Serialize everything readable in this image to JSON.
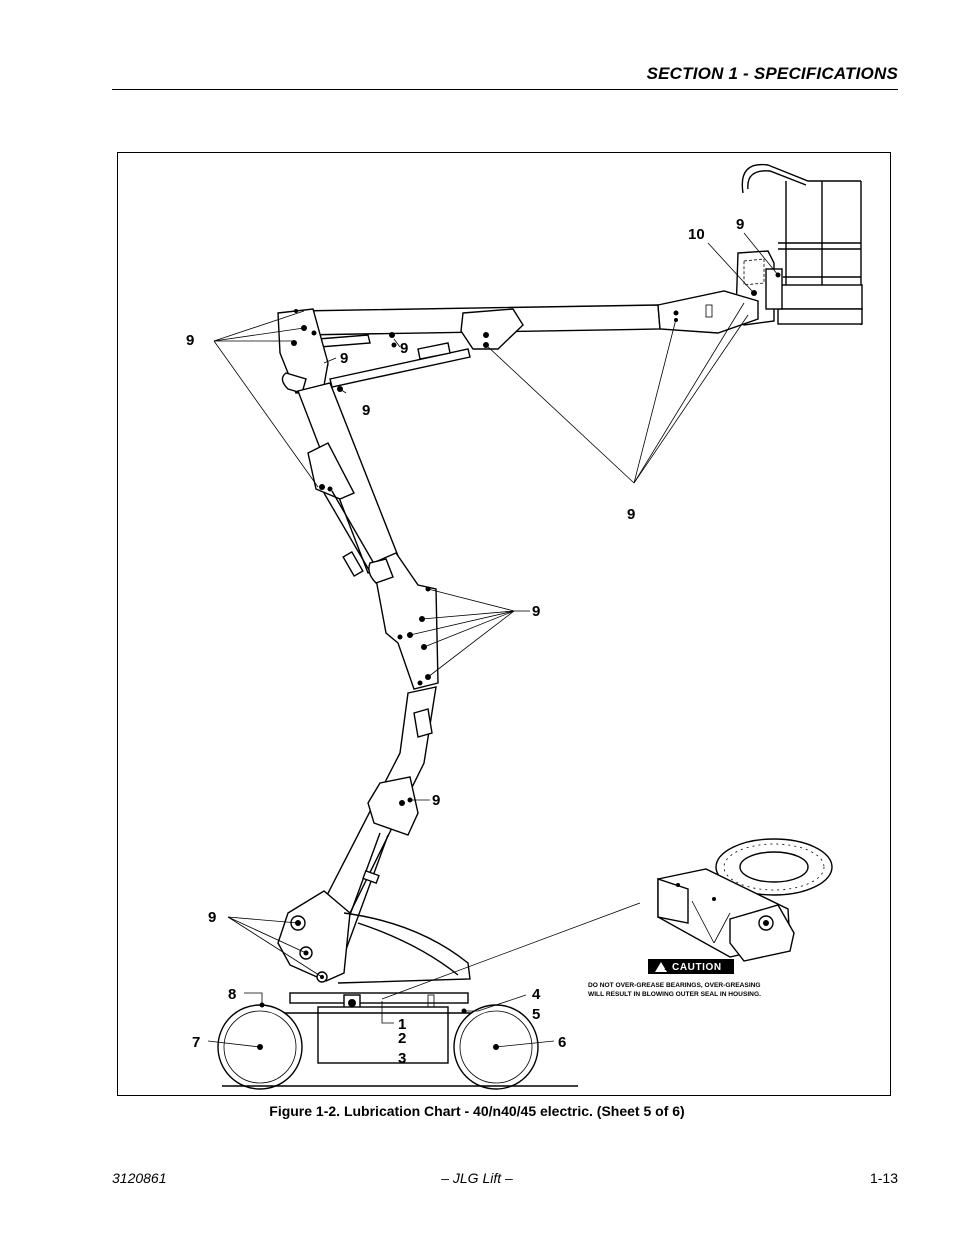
{
  "header": {
    "section_title": "SECTION 1 - SPECIFICATIONS"
  },
  "figure": {
    "caption": "Figure 1-2. Lubrication Chart - 40/n40/45 electric. (Sheet 5 of 6)",
    "callouts": {
      "c1": "1",
      "c2": "2",
      "c3": "3",
      "c4": "4",
      "c5": "5",
      "c6": "6",
      "c7": "7",
      "c8": "8",
      "c10": "10",
      "c9_platform": "9",
      "c9_upper_left": "9",
      "c9_upper_a": "9",
      "c9_upper_b": "9",
      "c9_upper_c": "9",
      "c9_fly_boom": "9",
      "c9_mid": "9",
      "c9_lower_boom": "9",
      "c9_base": "9"
    },
    "caution": {
      "label": "CAUTION",
      "line1": "DO NOT OVER-GREASE BEARINGS, OVER-GREASING",
      "line2": "WILL RESULT IN BLOWING OUTER SEAL IN HOUSING."
    }
  },
  "footer": {
    "doc_number": "3120861",
    "publisher": "– JLG Lift –",
    "page_number": "1-13"
  }
}
